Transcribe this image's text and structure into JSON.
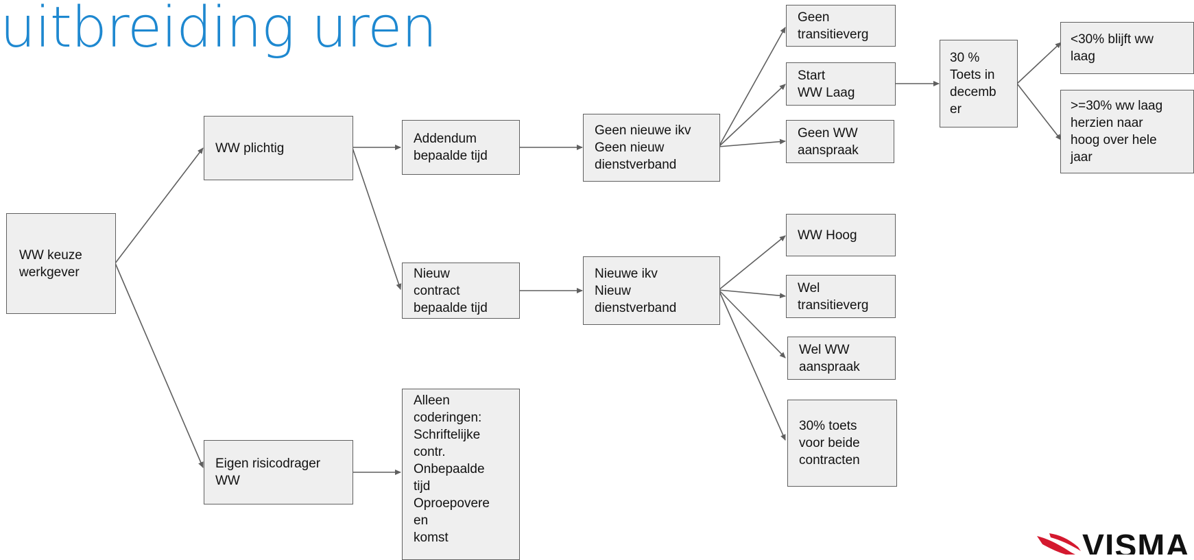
{
  "title": "uitbreiding uren",
  "nodes": {
    "ww_keuze": "WW keuze\nwerkgever",
    "ww_plichtig": "WW plichtig",
    "eigen_risicodrager": "Eigen risicodrager\nWW",
    "addendum": "Addendum\nbepaalde tijd",
    "nieuw_contract": "Nieuw\ncontract\nbepaalde tijd",
    "alleen_coderingen": "Alleen\ncoderingen:\nSchriftelijke\ncontr.\nOnbepaalde\ntijd\nOproepovere\nen\nkomst",
    "geen_nieuwe_ikv": "Geen nieuwe ikv\nGeen nieuw\ndienstverband",
    "nieuwe_ikv": "Nieuwe ikv\nNieuw\ndienstverband",
    "geen_transitieverg": "Geen\ntransitieverg",
    "start_ww_laag": "Start\nWW Laag",
    "geen_ww_aanspraak": "Geen WW\naanspraak",
    "toets_december": "30 %\nToets in\ndecemb\ner",
    "lt30": "<30% blijft ww\nlaag",
    "ge30": ">=30% ww laag\nherzien naar\nhoog over hele\njaar",
    "ww_hoog": "WW Hoog",
    "wel_transitieverg": "Wel\ntransitieverg",
    "wel_ww_aanspraak": "Wel WW\naanspraak",
    "toets_beide": "30% toets\nvoor beide\ncontracten"
  },
  "logo": {
    "text": "VISMA",
    "colors": {
      "mark": "#d4192f",
      "text": "#111111"
    }
  },
  "colors": {
    "title": "#1e88d0",
    "node_fill": "#efefef",
    "node_border": "#5f5f5f",
    "edge": "#5f5f5f"
  }
}
